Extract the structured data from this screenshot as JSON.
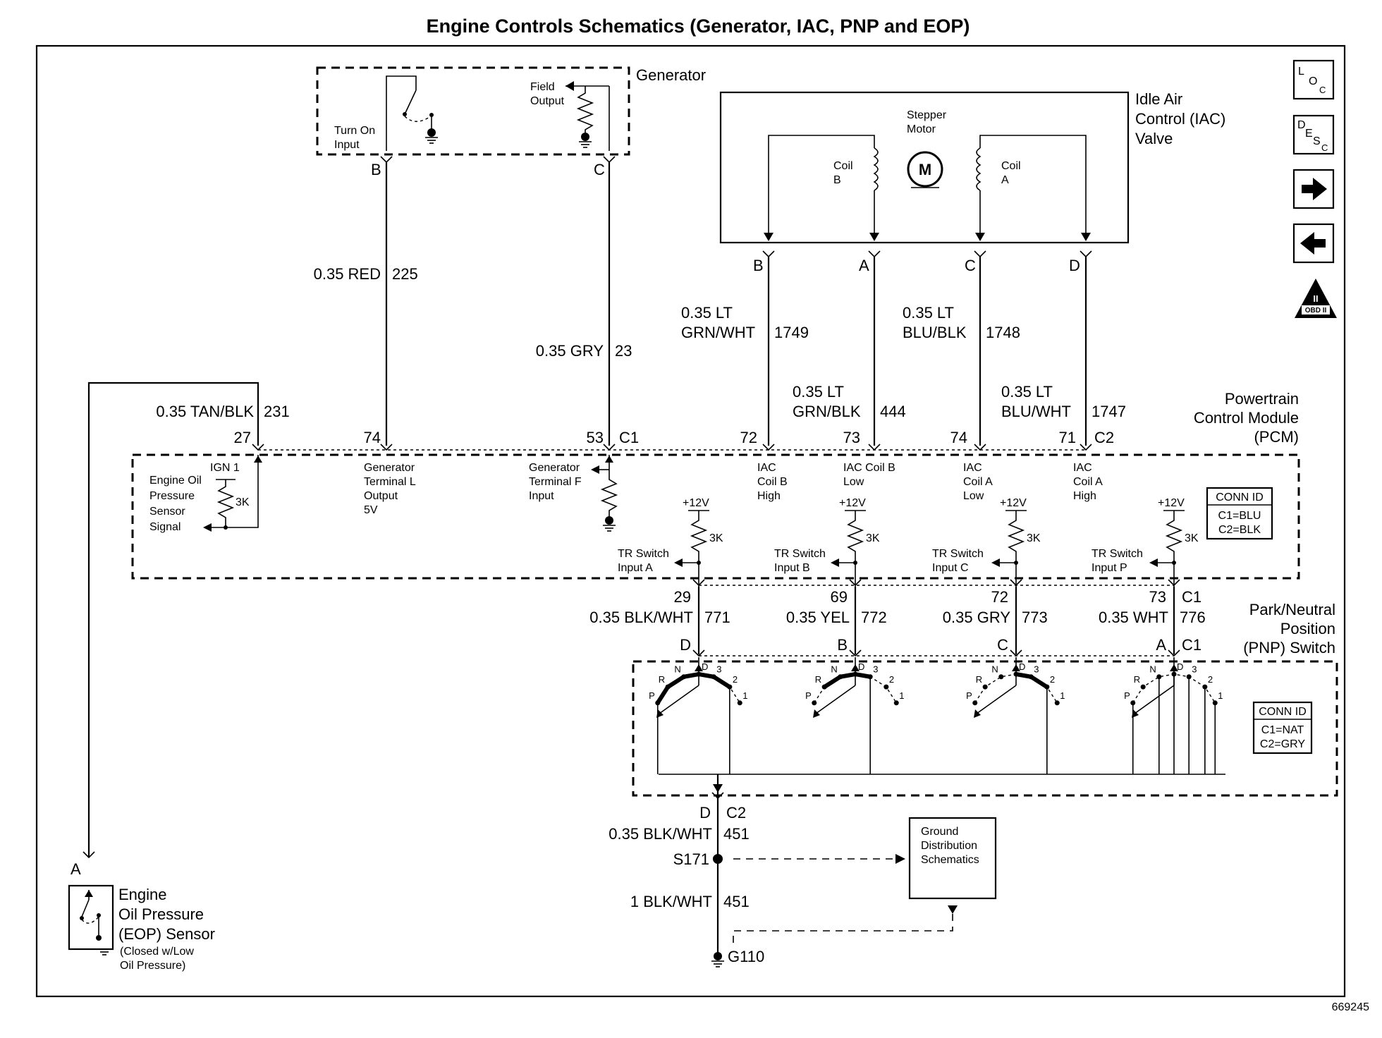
{
  "title": "Engine Controls Schematics (Generator, IAC, PNP and EOP)",
  "figure_id": "669245",
  "nav_icons": {
    "loc": [
      "L",
      "O",
      "C"
    ],
    "desc": [
      "D",
      "E",
      "S",
      "C"
    ],
    "obd_label": "OBD II",
    "obd_roman": "II",
    "icon_names": [
      "loc-icon",
      "desc-icon",
      "arrow-right-icon",
      "arrow-left-icon",
      "obd-ii-icon"
    ]
  },
  "generator": {
    "title": "Generator",
    "turn_on": [
      "Turn On",
      "Input"
    ],
    "field": [
      "Field",
      "Output"
    ],
    "pin_b": "B",
    "pin_c": "C"
  },
  "iac_valve": {
    "title": [
      "Idle Air",
      "Control (IAC)",
      "Valve"
    ],
    "motor": [
      "Stepper",
      "Motor"
    ],
    "motor_symbol": "M",
    "coil_b": [
      "Coil",
      "B"
    ],
    "coil_a": [
      "Coil",
      "A"
    ],
    "pins": [
      "B",
      "A",
      "C",
      "D"
    ]
  },
  "wires": {
    "w225": {
      "color": "0.35 RED",
      "circuit": "225"
    },
    "w23": {
      "color": "0.35 GRY",
      "circuit": "23"
    },
    "w1749": {
      "color": [
        "0.35 LT",
        "GRN/WHT"
      ],
      "circuit": "1749"
    },
    "w444": {
      "color": [
        "0.35 LT",
        "GRN/BLK"
      ],
      "circuit": "444"
    },
    "w1748": {
      "color": [
        "0.35 LT",
        "BLU/BLK"
      ],
      "circuit": "1748"
    },
    "w1747": {
      "color": [
        "0.35 LT",
        "BLU/WHT"
      ],
      "circuit": "1747"
    },
    "w231": {
      "color": "0.35 TAN/BLK",
      "circuit": "231"
    },
    "w771": {
      "color": "0.35 BLK/WHT",
      "circuit": "771"
    },
    "w772": {
      "color": "0.35 YEL",
      "circuit": "772"
    },
    "w773": {
      "color": "0.35 GRY",
      "circuit": "773"
    },
    "w776": {
      "color": "0.35 WHT",
      "circuit": "776"
    },
    "w451a": {
      "color": "0.35 BLK/WHT",
      "circuit": "451"
    },
    "w451b": {
      "color": "1 BLK/WHT",
      "circuit": "451"
    }
  },
  "pcm": {
    "title": [
      "Powertrain",
      "Control Module",
      "(PCM)"
    ],
    "top_pins": [
      "27",
      "74",
      "53",
      "72",
      "73",
      "74",
      "71"
    ],
    "top_conn_c1": "C1",
    "top_conn_c2": "C2",
    "ign": "IGN 1",
    "resistor": "3K",
    "eop_signal": [
      "Engine Oil",
      "Pressure",
      "Sensor",
      "Signal"
    ],
    "gen_l": [
      "Generator",
      "Terminal L",
      "Output",
      "5V"
    ],
    "gen_f": [
      "Generator",
      "Terminal F",
      "Input"
    ],
    "iac_b_high": [
      "IAC",
      "Coil B",
      "High"
    ],
    "iac_b_low": [
      "IAC Coil B",
      "Low"
    ],
    "iac_a_low": [
      "IAC",
      "Coil A",
      "Low"
    ],
    "iac_a_high": [
      "IAC",
      "Coil A",
      "High"
    ],
    "plus12": "+12V",
    "tr_a": [
      "TR Switch",
      "Input A"
    ],
    "tr_b": [
      "TR Switch",
      "Input B"
    ],
    "tr_c": [
      "TR Switch",
      "Input C"
    ],
    "tr_p": [
      "TR Switch",
      "Input P"
    ],
    "conn_id": [
      "CONN ID",
      "C1=BLU",
      "C2=BLK"
    ],
    "bottom_pins": [
      "29",
      "69",
      "72",
      "73"
    ],
    "bottom_conn": "C1"
  },
  "pnp": {
    "title": [
      "Park/Neutral",
      "Position",
      "(PNP) Switch"
    ],
    "pins": [
      "D",
      "B",
      "C",
      "A"
    ],
    "conn": "C1",
    "conn_id": [
      "CONN ID",
      "C1=NAT",
      "C2=GRY"
    ],
    "positions": [
      "P",
      "R",
      "N",
      "D",
      "3",
      "2",
      "1"
    ],
    "ground_pin": "D",
    "ground_conn": "C2"
  },
  "splice": "S171",
  "ground_dist": [
    "Ground",
    "Distribution",
    "Schematics"
  ],
  "ground": "G110",
  "eop_sensor": {
    "pin": "A",
    "title": [
      "Engine",
      "Oil Pressure",
      "(EOP) Sensor"
    ],
    "note": [
      "(Closed w/Low",
      "Oil Pressure)"
    ]
  }
}
